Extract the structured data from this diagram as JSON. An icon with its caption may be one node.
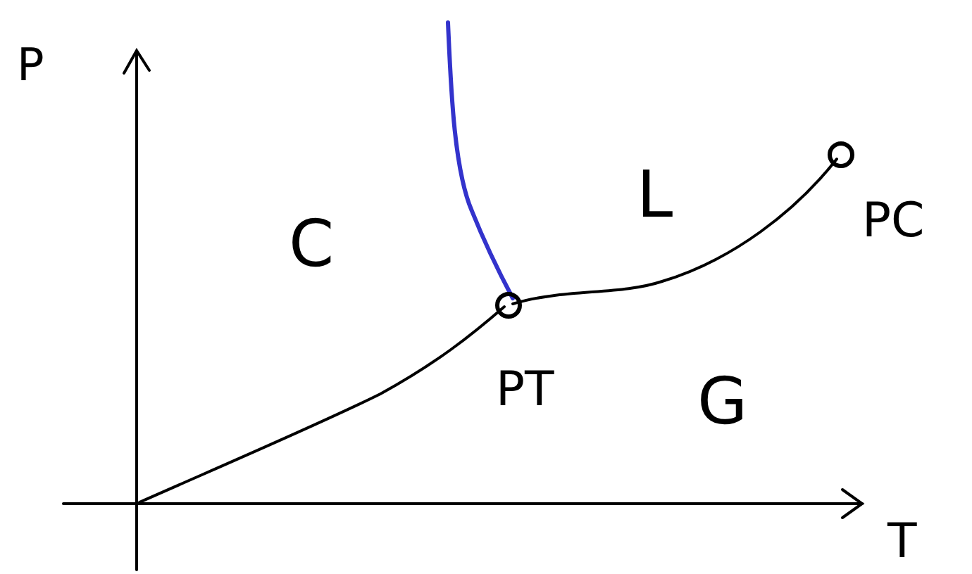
{
  "diagram": {
    "labels": [
      "P",
      "L",
      "C",
      "PC",
      "PT",
      "G",
      "T"
    ]
  }
}
